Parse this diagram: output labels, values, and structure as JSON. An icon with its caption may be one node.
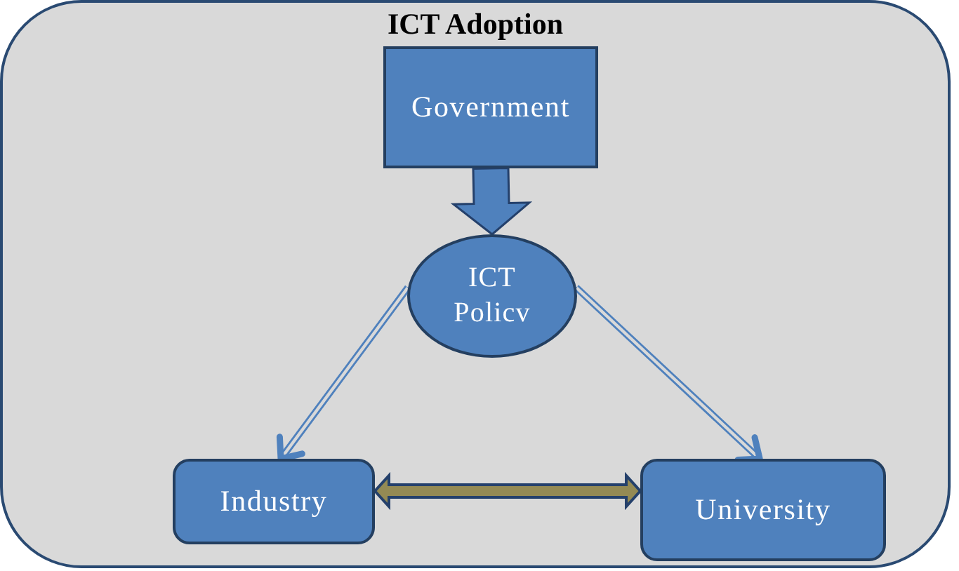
{
  "diagram": {
    "nodes": [
      {
        "text": [
          "ICT Adoption"
        ]
      },
      {
        "text": [
          "Government"
        ],
        "in": 0
      },
      {
        "text": [
          "ICT Policv"
        ],
        "in": 0
      },
      {
        "text": [
          "Industry"
        ],
        "in": 0
      },
      {
        "text": [
          "University"
        ],
        "in": 0
      }
    ],
    "edges": [
      {
        "from": 1,
        "to": 2,
        "arrow": "to",
        "style": "thick"
      },
      {
        "from": 2,
        "to": 3,
        "arrow": "to"
      },
      {
        "from": 2,
        "to": 4,
        "arrow": "to"
      },
      {
        "from": 3,
        "to": 4,
        "arrow": "both",
        "style": "thick",
        "color": "#948a54"
      }
    ]
  }
}
